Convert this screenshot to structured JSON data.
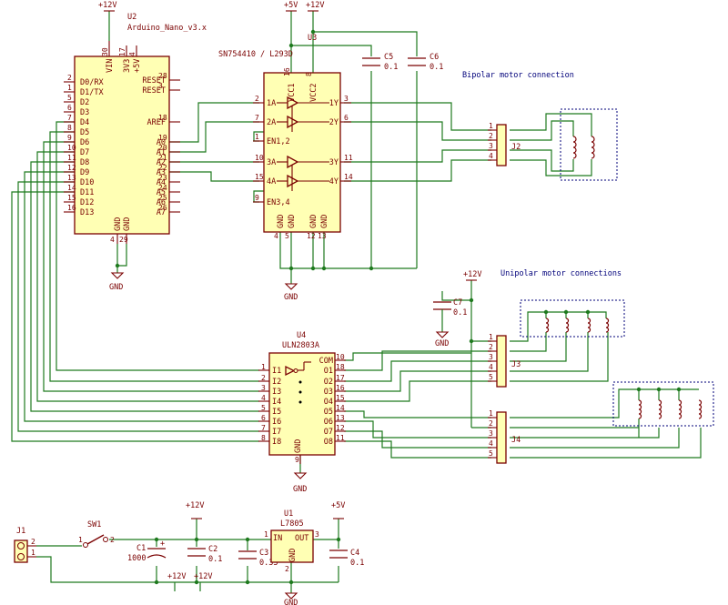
{
  "u2": {
    "ref": "U2",
    "value": "Arduino_Nano_v3.x",
    "top_pins": [
      "30",
      "17",
      "4"
    ],
    "top_labels": [
      "VIN",
      "3V3",
      "+5V"
    ],
    "left_pins": [
      "2",
      "1",
      "5",
      "6",
      "7",
      "8",
      "9",
      "10",
      "11",
      "12",
      "13",
      "14",
      "15",
      "16"
    ],
    "left_labels": [
      "D0/RX",
      "D1/TX",
      "D2",
      "D3",
      "D4",
      "D5",
      "D6",
      "D7",
      "D8",
      "D9",
      "D10",
      "D11",
      "D12",
      "D13"
    ],
    "right_pins": [
      "28",
      "3",
      "18",
      "19",
      "20",
      "21",
      "22",
      "23",
      "24",
      "25",
      "26"
    ],
    "right_labels": [
      "RESET",
      "RESET",
      "AREF",
      "A0",
      "A1",
      "A2",
      "A3",
      "A4",
      "A5",
      "A6",
      "A7"
    ],
    "bottom_pins": [
      "4",
      "29"
    ],
    "bottom_labels": [
      "GND",
      "GND"
    ]
  },
  "u3": {
    "ref": "U3",
    "value": "SN754410 / L293D",
    "left_pins": [
      "2",
      "7",
      "1",
      "10",
      "15",
      "9"
    ],
    "left_labels": [
      "1A",
      "2A",
      "EN1,2",
      "3A",
      "4A",
      "EN3,4"
    ],
    "right_pins": [
      "3",
      "6",
      "11",
      "14"
    ],
    "right_labels": [
      "1Y",
      "2Y",
      "3Y",
      "4Y"
    ],
    "top_pins": [
      "16",
      "8"
    ],
    "top_labels": [
      "VCC1",
      "VCC2"
    ],
    "bottom_pins": [
      "4",
      "5",
      "12",
      "13"
    ],
    "bottom_labels": [
      "GND",
      "GND",
      "GND",
      "GND"
    ]
  },
  "u4": {
    "ref": "U4",
    "value": "ULN2803A",
    "left_pins": [
      "1",
      "2",
      "3",
      "4",
      "5",
      "6",
      "7",
      "8"
    ],
    "left_labels": [
      "I1",
      "I2",
      "I3",
      "I4",
      "I5",
      "I6",
      "I7",
      "I8"
    ],
    "right_pins": [
      "10",
      "18",
      "17",
      "16",
      "15",
      "14",
      "13",
      "12",
      "11"
    ],
    "right_labels": [
      "COM",
      "O1",
      "O2",
      "O3",
      "O4",
      "O5",
      "O6",
      "O7",
      "O8"
    ],
    "bottom_pin": "9",
    "bottom_label": "GND"
  },
  "u1": {
    "ref": "U1",
    "value": "L7805",
    "pin_in": "1",
    "pin_out": "3",
    "pin_gnd": "2",
    "label_in": "IN",
    "label_out": "OUT",
    "label_gnd": "GND"
  },
  "caps": {
    "c1": {
      "ref": "C1",
      "value": "1000"
    },
    "c2": {
      "ref": "C2",
      "value": "0.1"
    },
    "c3": {
      "ref": "C3",
      "value": "0.33"
    },
    "c4": {
      "ref": "C4",
      "value": "0.1"
    },
    "c5": {
      "ref": "C5",
      "value": "0.1"
    },
    "c6": {
      "ref": "C6",
      "value": "0.1"
    },
    "c7": {
      "ref": "C7",
      "value": "0.1"
    },
    "c1_polarity": "+"
  },
  "connectors": {
    "j1": {
      "ref": "J1",
      "pins": [
        "2",
        "1"
      ]
    },
    "j2": {
      "ref": "J2",
      "pins": [
        "1",
        "2",
        "3",
        "4"
      ]
    },
    "j3": {
      "ref": "J3",
      "pins": [
        "1",
        "2",
        "3",
        "4",
        "5"
      ]
    },
    "j4": {
      "ref": "J4",
      "pins": [
        "1",
        "2",
        "3",
        "4",
        "5"
      ]
    }
  },
  "switch": {
    "ref": "SW1",
    "pin_a": "1",
    "pin_b": "2"
  },
  "power": {
    "v12": "+12V",
    "v5": "+5V",
    "gnd": "GND"
  },
  "notes": {
    "bipolar": "Bipolar motor connection",
    "unipolar": "Unipolar motor connections"
  }
}
